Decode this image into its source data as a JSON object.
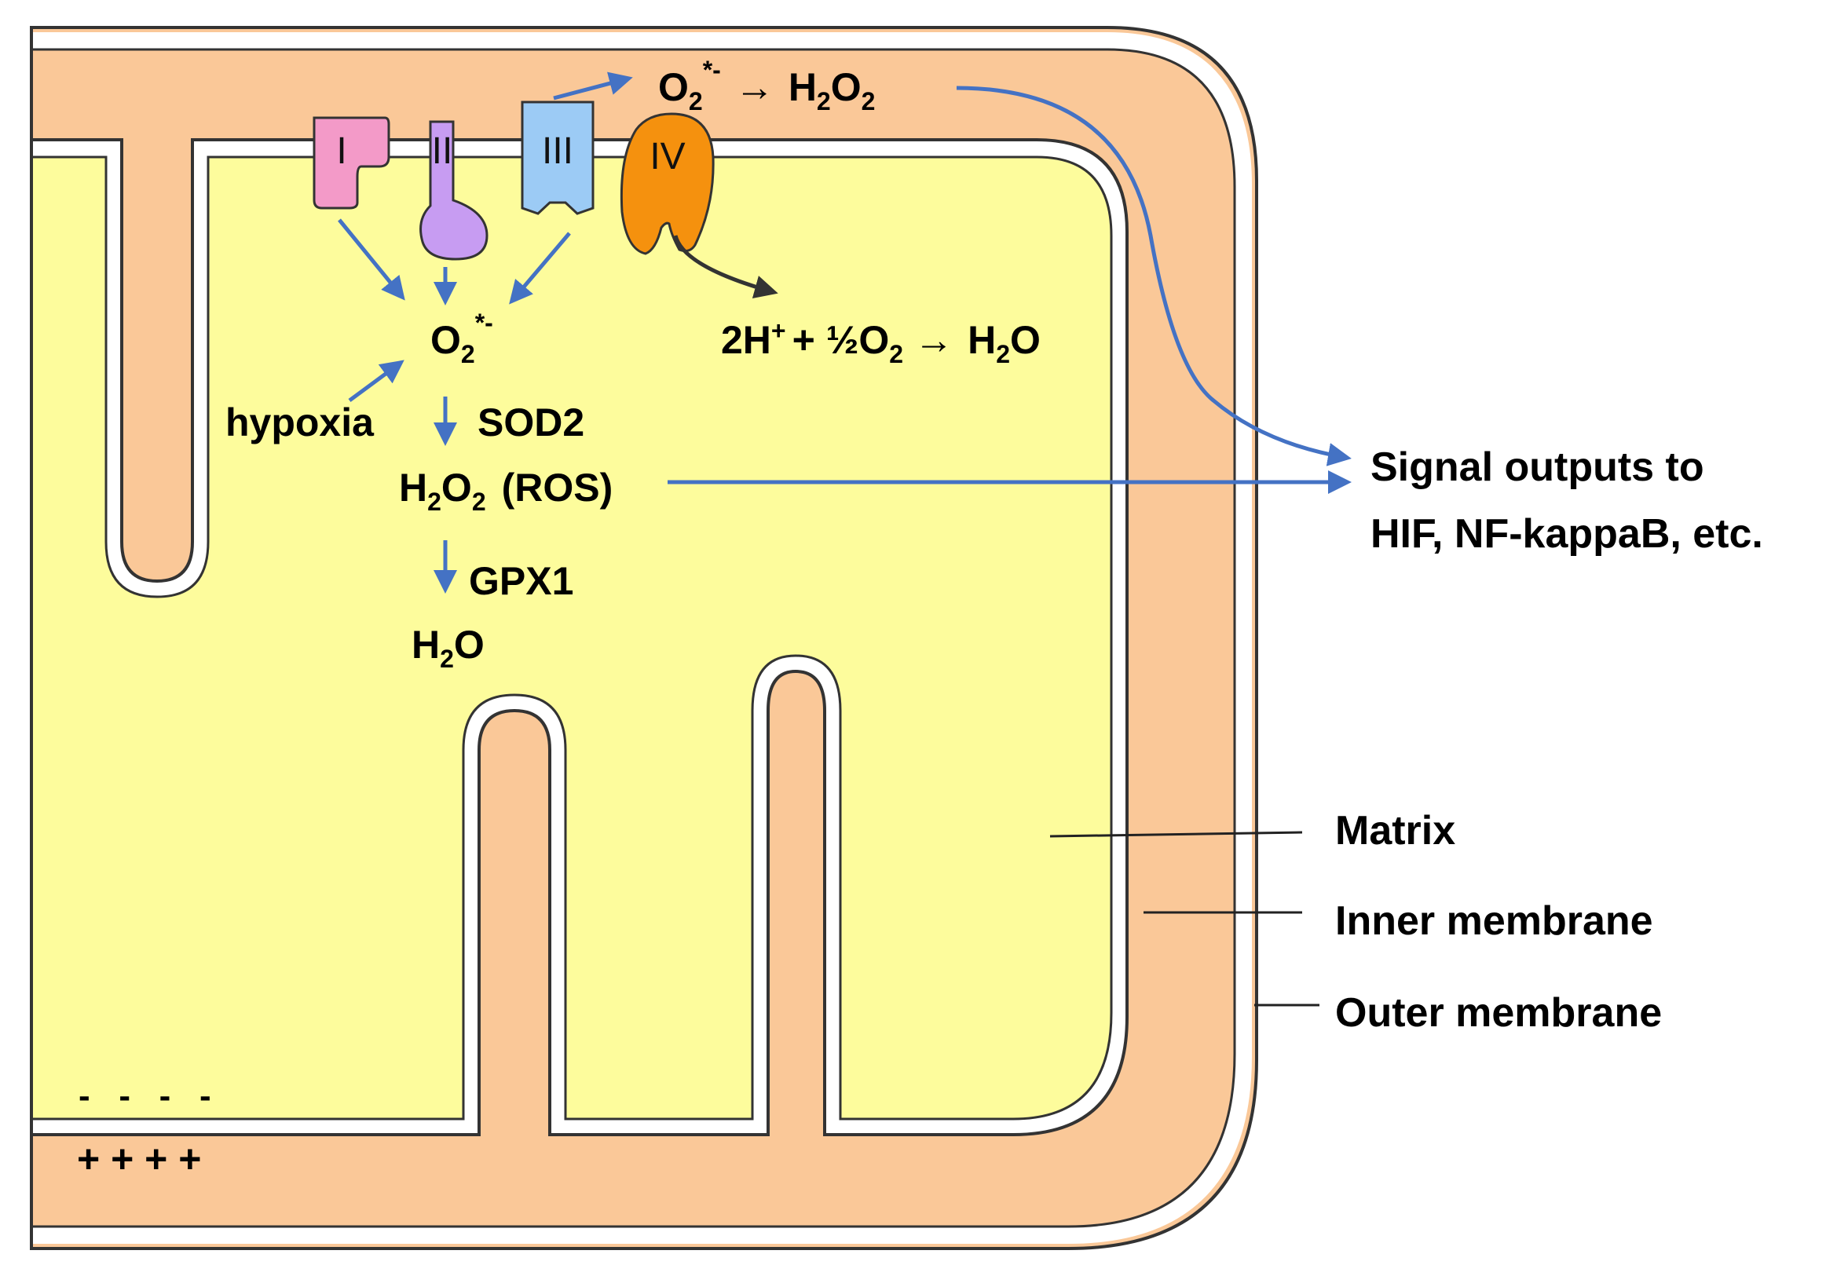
{
  "colors": {
    "intermembrane_space": "#FAC898",
    "matrix": "#FDFC9C",
    "membrane_gap": "#FFFFFF",
    "arrow_blue": "#4472C4",
    "complex_I": "#F39AC8",
    "complex_II": "#C79CF2",
    "complex_III": "#9CCBF5",
    "complex_IV": "#F5910E",
    "outline": "#333333"
  },
  "complexes": {
    "I": "I",
    "II": "II",
    "III": "III",
    "IV": "IV"
  },
  "labels": {
    "superoxide_matrix": {
      "base": "O",
      "sub": "2",
      "sup": "*-"
    },
    "hypoxia": "hypoxia",
    "sod2": "SOD2",
    "h2o2_ros": {
      "h": "H",
      "sub1": "2",
      "o": "O",
      "sub2": "2",
      "rest": "(ROS)"
    },
    "gpx1": "GPX1",
    "water": {
      "h": "H",
      "sub": "2",
      "o": "O"
    },
    "ims_reaction": {
      "o": "O",
      "sub": "2",
      "sup": "*-",
      "arrow": "→",
      "h": "H",
      "sub1": "2",
      "o2": "O",
      "sub2": "2"
    },
    "complex_iv_reaction": {
      "coef": "2H",
      "sup": "+",
      "plus": "+ ½O",
      "sub": "2",
      "arrow": "→",
      "h": "H",
      "sub2": "2",
      "o": "O"
    },
    "signal_line1": "Signal outputs to",
    "signal_line2": "HIF, NF-kappaB, etc.",
    "matrix": "Matrix",
    "inner_membrane": "Inner membrane",
    "outer_membrane": "Outer membrane",
    "minus_charges": "-   -   -   -",
    "plus_charges": "+ + + +"
  }
}
